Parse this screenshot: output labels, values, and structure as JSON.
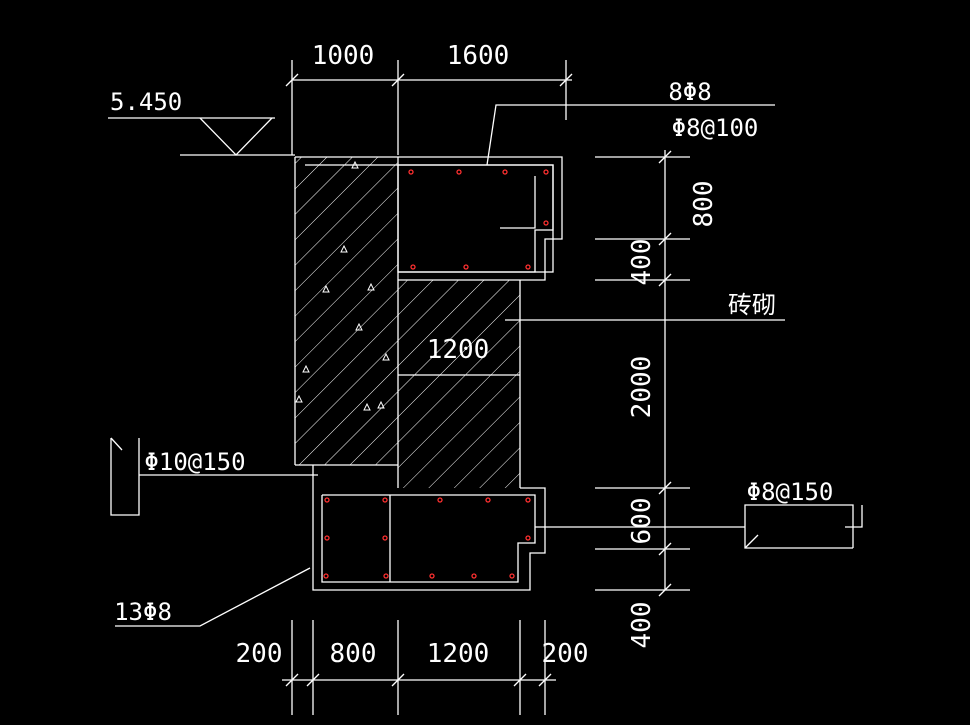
{
  "dimensions": {
    "top_1000": "1000",
    "top_1600": "1600",
    "right_800": "800",
    "right_400_a": "400",
    "right_2000": "2000",
    "right_600": "600",
    "right_400_b": "400",
    "inner_1200": "1200",
    "bottom_200_left": "200",
    "bottom_800": "800",
    "bottom_1200": "1200",
    "bottom_200_right": "200"
  },
  "labels": {
    "elevation": "5.450",
    "top_bars": "8Φ8",
    "top_stirrup": "Φ8@100",
    "brick": "砖砌",
    "left_rebar": "Φ10@150",
    "right_stirrup": "Φ8@150",
    "bottom_bars": "13Φ8"
  },
  "colors": {
    "background": "#000000",
    "lines": "#ffffff",
    "rebar_dots": "#ff3030"
  }
}
